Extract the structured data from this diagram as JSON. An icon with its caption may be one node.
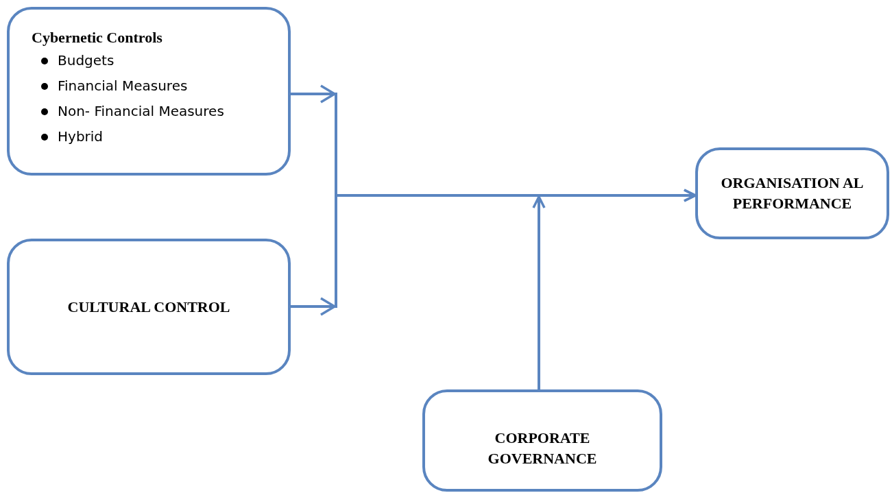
{
  "diagram": {
    "nodes": [
      {
        "text": [
          "Cybernetic Controls",
          "Budgets",
          "Financial Measures",
          "Non- Financial Measures",
          "Hybrid"
        ]
      },
      {
        "text": [
          "CULTURAL CONTROL"
        ]
      },
      {
        "text": [
          "ORGANISATION AL PERFORMANCE"
        ]
      },
      {
        "text": [
          "CORPORATE GOVERNANCE"
        ]
      }
    ],
    "edges": [
      {
        "from": 0,
        "to": 2,
        "arrow": "to"
      },
      {
        "from": 1,
        "to": 2,
        "arrow": "to"
      },
      {
        "from": 3,
        "to": null,
        "arrow": "to"
      }
    ]
  }
}
